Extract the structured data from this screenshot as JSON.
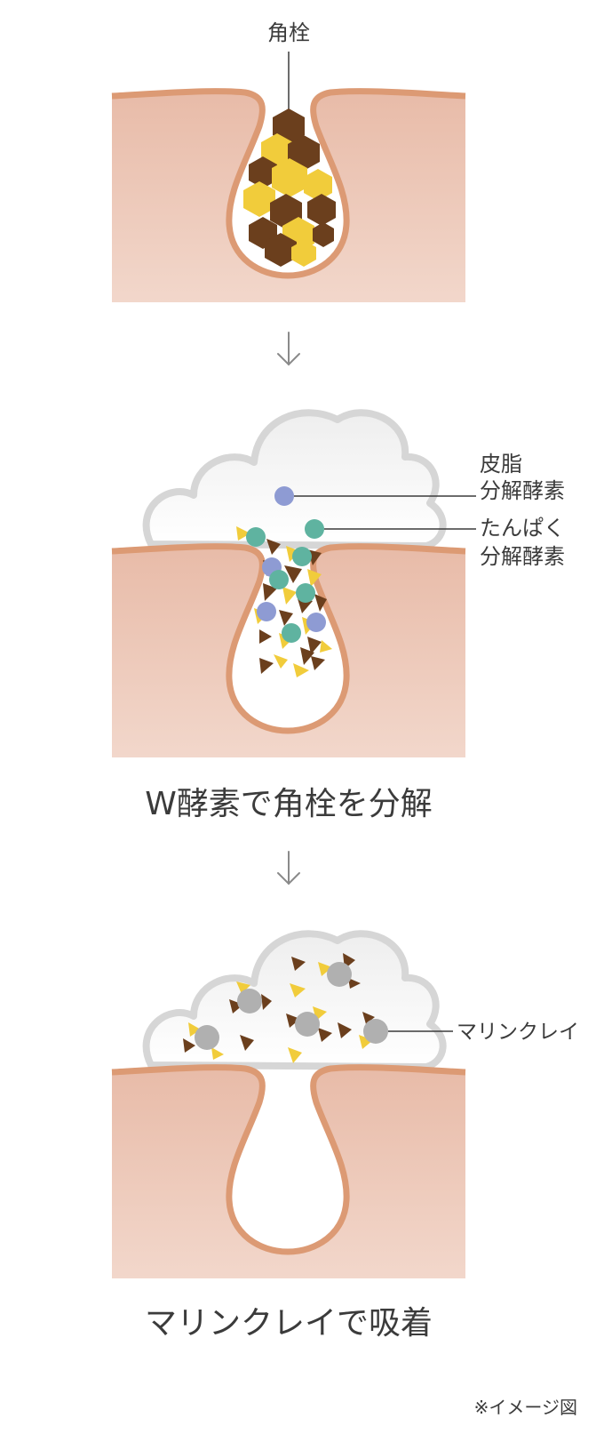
{
  "panel1": {
    "label": "角栓"
  },
  "panel2": {
    "label_sebum_line1": "皮脂",
    "label_sebum_line2": "分解酵素",
    "label_protein_line1": "たんぱく",
    "label_protein_line2": "分解酵素",
    "caption": "W酵素で角栓を分解"
  },
  "panel3": {
    "label_clay": "マリンクレイ",
    "caption": "マリンクレイで吸着"
  },
  "footnote": "※イメージ図",
  "colors": {
    "skin_top": "#e8bba8",
    "skin_bottom": "#f2d7cb",
    "skin_outline": "#dc9a74",
    "plug_brown": "#6b3f1d",
    "plug_yellow": "#f1cc3b",
    "sebum_enzyme": "#8e9bd3",
    "protein_enzyme": "#5fb3a0",
    "clay": "#b0b0b0",
    "foam_outline": "#d6d6d6",
    "arrow": "#8a8a8a",
    "text": "#3b3b3b"
  },
  "icons": [
    "arrow-down-icon",
    "arrow-down-icon"
  ]
}
